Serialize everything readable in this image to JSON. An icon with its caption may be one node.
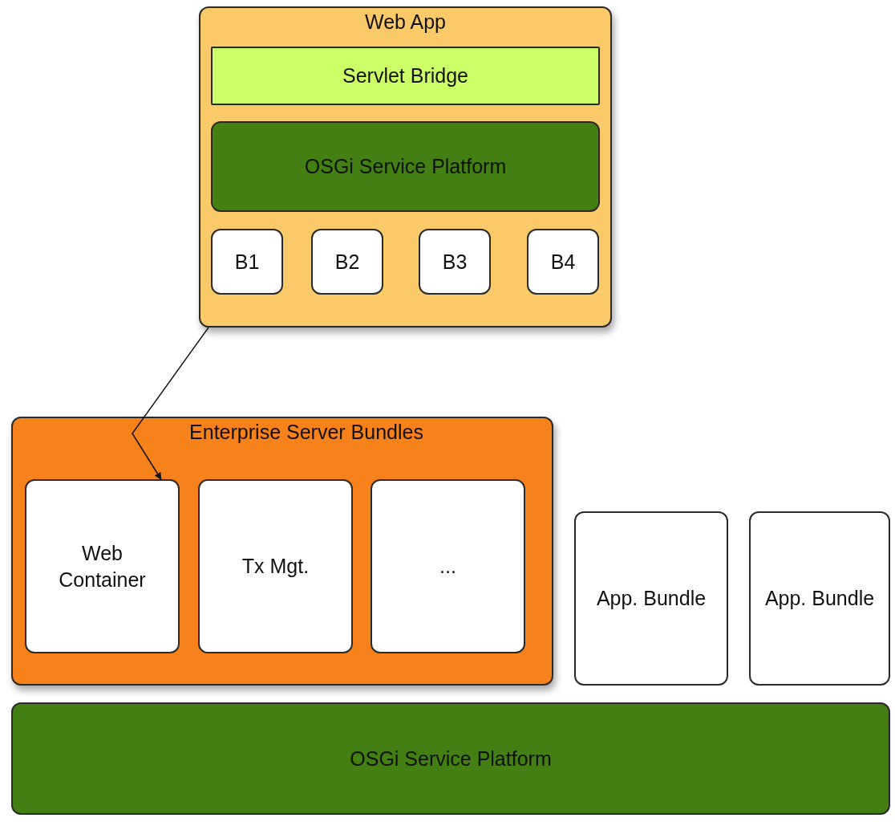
{
  "diagram": {
    "nodes": [
      {
        "text": [
          "Web App"
        ]
      },
      {
        "text": [
          "Servlet Bridge"
        ],
        "in": 0
      },
      {
        "text": [
          "OSGi Service Platform"
        ],
        "in": 0
      },
      {
        "text": [
          "B1"
        ],
        "in": 0
      },
      {
        "text": [
          "B2"
        ],
        "in": 0
      },
      {
        "text": [
          "B3"
        ],
        "in": 0
      },
      {
        "text": [
          "B4"
        ],
        "in": 0
      },
      {
        "text": [
          "Enterprise Server Bundles"
        ]
      },
      {
        "text": [
          "Web Container"
        ],
        "in": 7
      },
      {
        "text": [
          "Tx Mgt."
        ],
        "in": 7
      },
      {
        "text": [
          "..."
        ],
        "in": 7
      },
      {
        "text": [
          "App. Bundle"
        ]
      },
      {
        "text": [
          "App. Bundle"
        ]
      },
      {
        "text": [
          "OSGi Service Platform"
        ]
      }
    ],
    "edges": [
      {
        "from": 0,
        "to": 8,
        "arrow": "to"
      }
    ]
  }
}
